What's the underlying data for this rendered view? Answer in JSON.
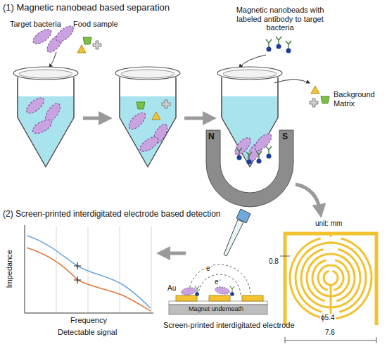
{
  "diagram": {
    "labels": [
      "(1) Magnetic nanobead based separation",
      "Target bacteria",
      "Food sample",
      "Magnetic nanobeads with labeled antibody to target bacteria",
      "Background Matrix",
      "N",
      "S",
      "(2) Screen-printed interdigitated electrode based detection",
      "unit: mm",
      "0.8",
      "ϕ5.4",
      "7.6",
      "e⁻",
      "e⁻",
      "Au",
      "Magnet underneath",
      "Screen-printed interdigitated electrode",
      "Impedance",
      "Frequency",
      "Detectable signal"
    ]
  }
}
